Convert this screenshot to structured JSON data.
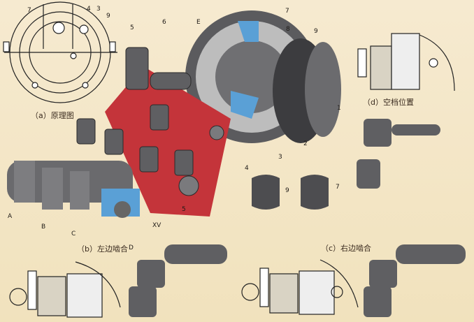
{
  "captions": {
    "a": "（a）原理图",
    "b": "（b）左边啮合",
    "c": "（c）右边啮合",
    "d": "（d）空档位置"
  },
  "labels": {
    "p1": "1",
    "p2": "2",
    "p3": "3",
    "p4": "4",
    "p5": "5",
    "p6": "6",
    "p7": "7",
    "p8": "8",
    "p9": "9",
    "E": "E",
    "A": "A",
    "B": "B",
    "C": "C",
    "D": "D",
    "XV": "XV",
    "a7": "7",
    "a4": "4",
    "a3": "3",
    "a9": "9",
    "a5": "5",
    "s9": "9",
    "s7": "7"
  },
  "colors": {
    "red": "#c4343a",
    "steel": "#6f6f72",
    "blue": "#5aa0d6",
    "bg": "#f3e6c4"
  }
}
